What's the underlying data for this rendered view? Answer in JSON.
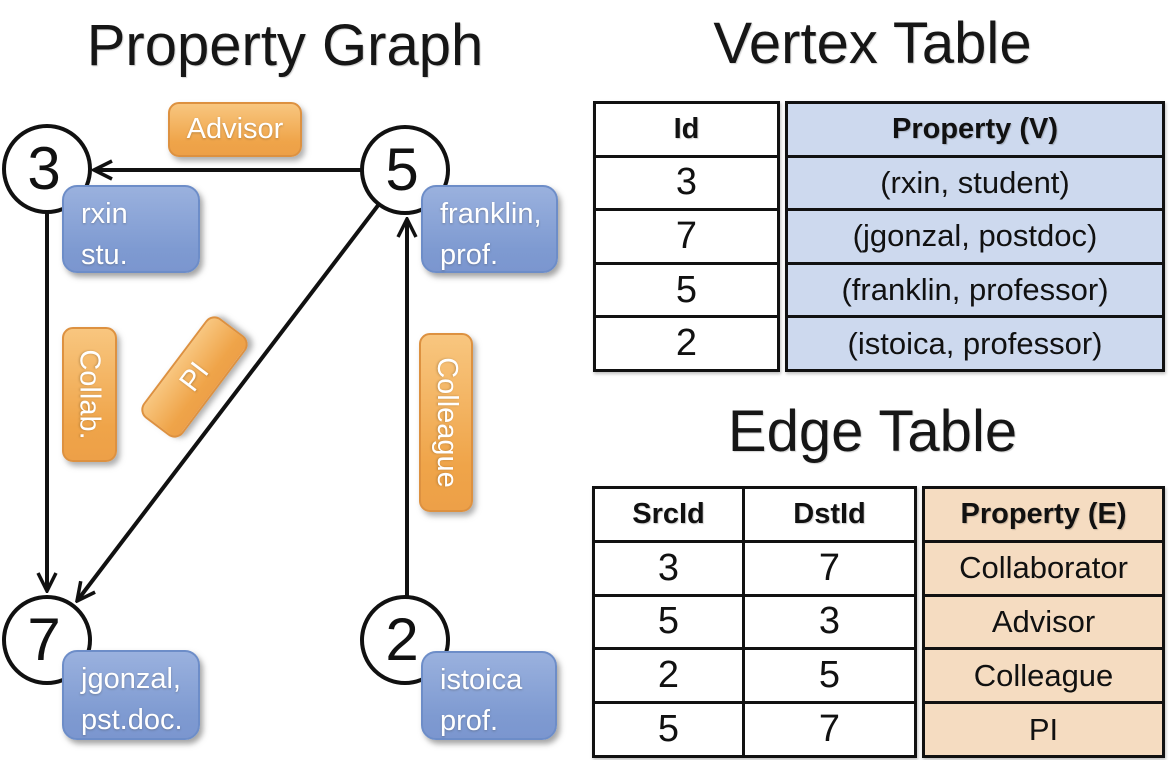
{
  "titles": {
    "graph": "Property Graph",
    "vertex_table": "Vertex Table",
    "edge_table": "Edge Table"
  },
  "graph": {
    "nodes": [
      {
        "id": "3",
        "label_line1": "rxin",
        "label_line2": "stu."
      },
      {
        "id": "5",
        "label_line1": "franklin,",
        "label_line2": "prof."
      },
      {
        "id": "7",
        "label_line1": "jgonzal,",
        "label_line2": "pst.doc."
      },
      {
        "id": "2",
        "label_line1": "istoica",
        "label_line2": "prof."
      }
    ],
    "edges": [
      {
        "src": "5",
        "dst": "3",
        "label": "Advisor"
      },
      {
        "src": "3",
        "dst": "7",
        "label": "Collab."
      },
      {
        "src": "5",
        "dst": "7",
        "label": "PI"
      },
      {
        "src": "2",
        "dst": "5",
        "label": "Colleague"
      }
    ]
  },
  "vertex_table": {
    "columns": [
      "Id",
      "Property (V)"
    ],
    "rows": [
      {
        "id": "3",
        "property": "(rxin, student)"
      },
      {
        "id": "7",
        "property": "(jgonzal, postdoc)"
      },
      {
        "id": "5",
        "property": "(franklin, professor)"
      },
      {
        "id": "2",
        "property": "(istoica, professor)"
      }
    ]
  },
  "edge_table": {
    "columns": [
      "SrcId",
      "DstId",
      "Property (E)"
    ],
    "rows": [
      {
        "src": "3",
        "dst": "7",
        "property": "Collaborator"
      },
      {
        "src": "5",
        "dst": "3",
        "property": "Advisor"
      },
      {
        "src": "2",
        "dst": "5",
        "property": "Colleague"
      },
      {
        "src": "5",
        "dst": "7",
        "property": "PI"
      }
    ]
  },
  "colors": {
    "edge_label_fill": "#efa449",
    "edge_label_border": "#dd9140",
    "vertex_label_fill": "#7e9ad1",
    "vertex_label_border": "#6d8dc8",
    "vertex_table_cell_bg": "#cdd9ee",
    "edge_table_cell_bg": "#f5dcc1",
    "line_color": "#111111"
  }
}
